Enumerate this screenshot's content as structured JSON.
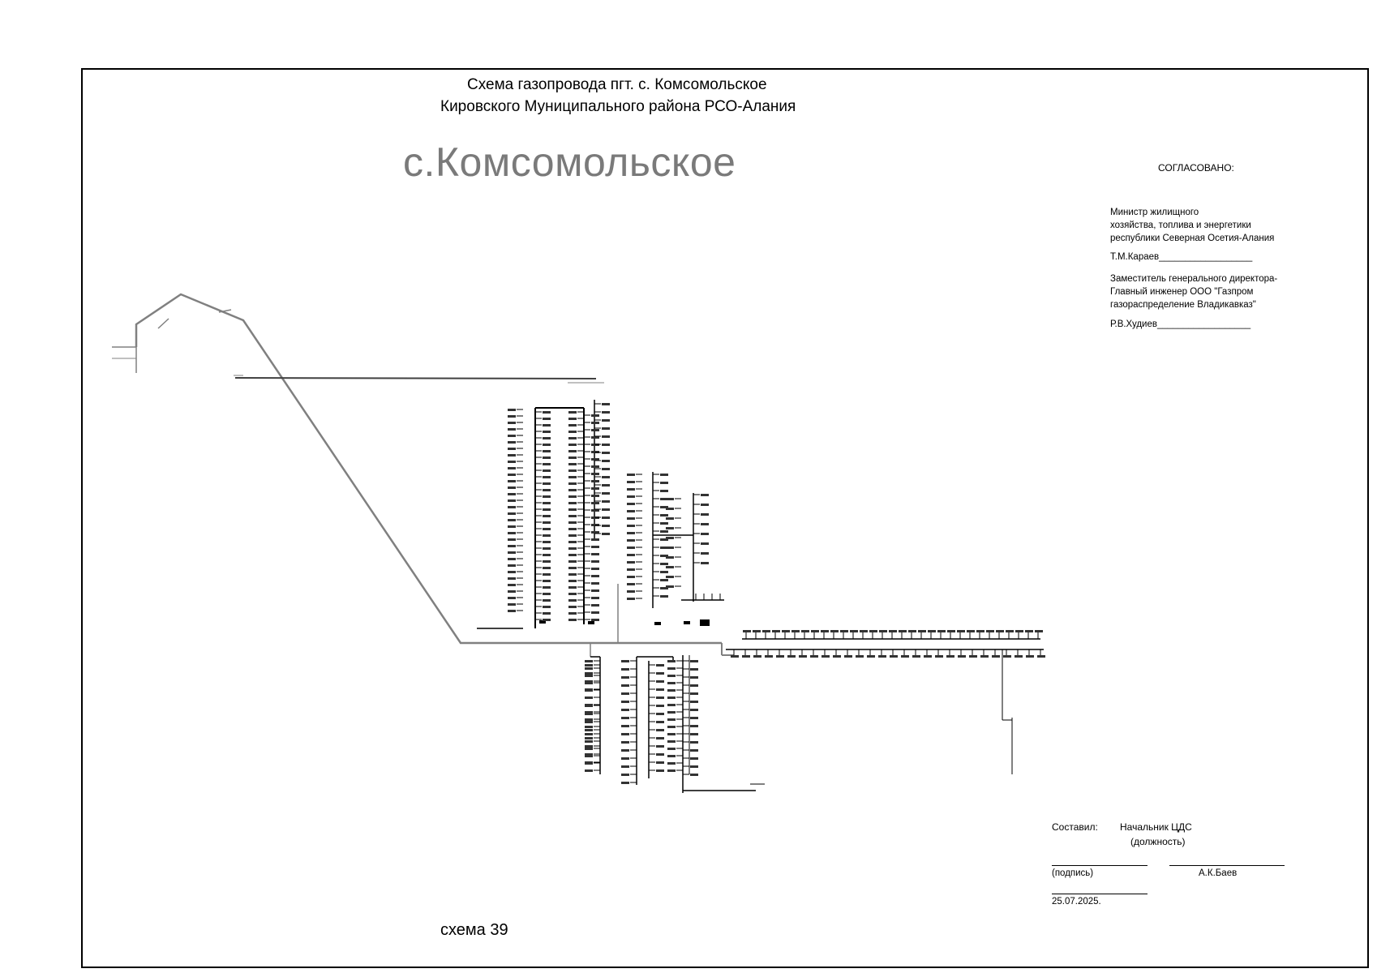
{
  "title": {
    "line1": "Схема газопровода пгт. с. Комсомольское",
    "line2": "Кировского  Муниципального района РСО-Алания",
    "village": "с.Комсомольское"
  },
  "approval": {
    "heading": "СОГЛАСОВАНО:",
    "minister": {
      "title_lines": [
        "Министр  жилищного",
        "хозяйства, топлива и энергетики",
        "республики Северная Осетия-Алания"
      ],
      "signer": "Т.М.Караев__________________"
    },
    "deputy": {
      "title_lines": [
        "Заместитель генерального директора-",
        "Главный инженер  ООО \"Газпром",
        "газораспределение Владикавказ\""
      ],
      "signer": "Р.В.Худиев__________________"
    }
  },
  "footer": {
    "compiled_label": "Составил:",
    "position": "Начальник ЦДС",
    "position_caption": "(должность)",
    "signature_caption": "(подпись)",
    "signer_name": "А.К.Баев",
    "date": "25.07.2025.",
    "scheme_number": "схема 39"
  },
  "colors": {
    "frame": "#000000",
    "main_pipe": "#808080",
    "branch_pipe": "#000000",
    "village_name": "#7a7a7a"
  }
}
